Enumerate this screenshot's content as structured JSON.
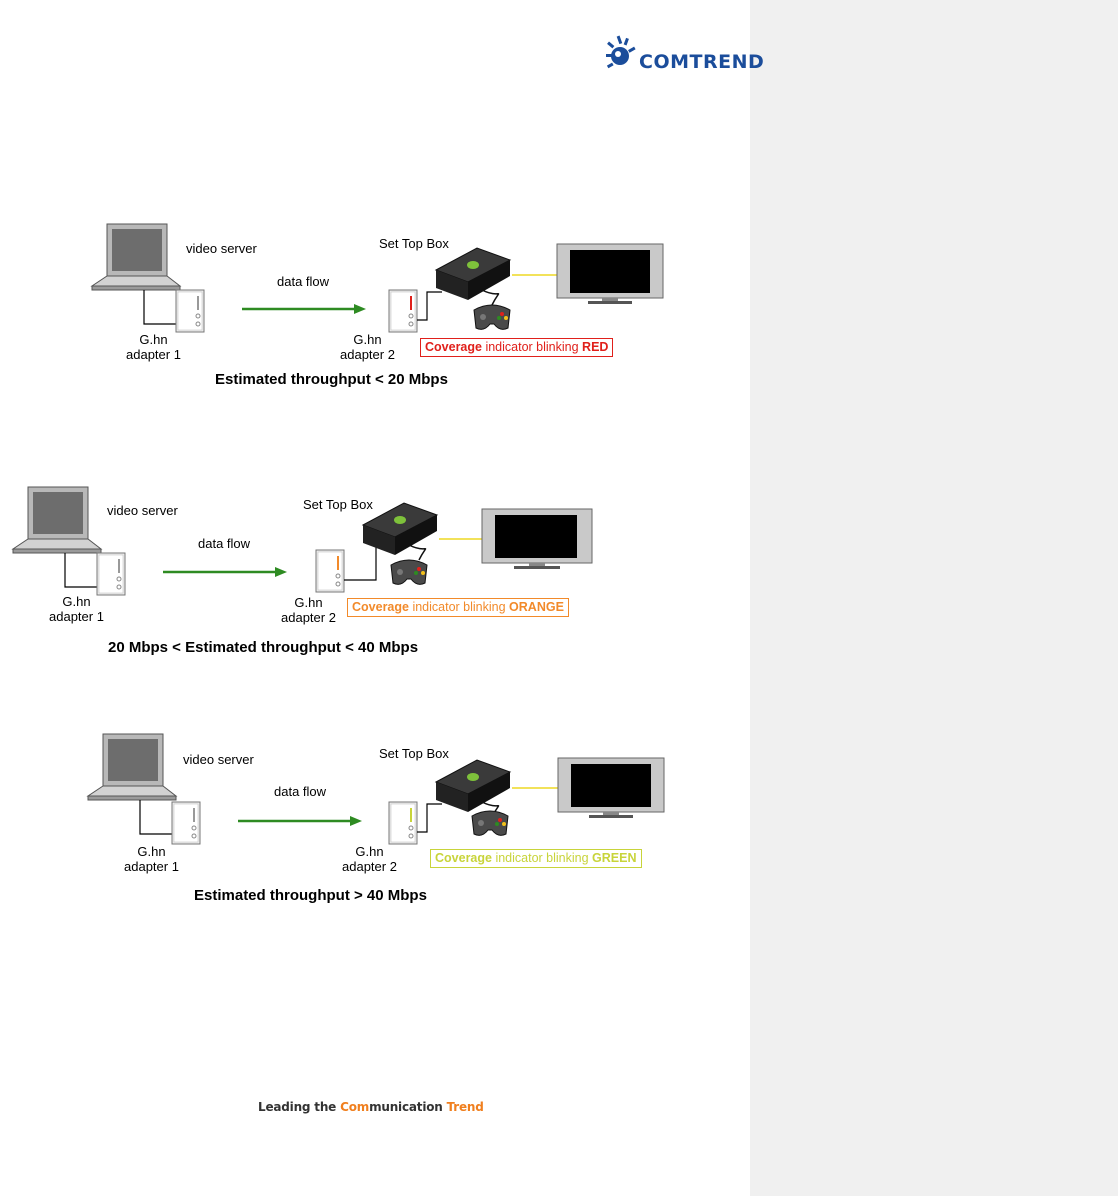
{
  "brand": {
    "name": "COMTREND",
    "color": "#1b4d9b"
  },
  "tagline": {
    "pre": "Leading the ",
    "hl1": "Com",
    "mid": "munication ",
    "hl2": "Trend",
    "accent": "#f07f1e"
  },
  "scenarios": [
    {
      "video_server": "video server",
      "data_flow": "data flow",
      "set_top_box": "Set Top Box",
      "adapter1_l1": "G.hn",
      "adapter1_l2": "adapter 1",
      "adapter2_l1": "G.hn",
      "adapter2_l2": "adapter 2",
      "coverage_word": "Coverage",
      "coverage_mid": " indicator blinking ",
      "coverage_color_word": "RED",
      "coverage_color": "#e0201b",
      "throughput": "Estimated throughput < 20 Mbps"
    },
    {
      "video_server": "video server",
      "data_flow": "data flow",
      "set_top_box": "Set Top Box",
      "adapter1_l1": "G.hn",
      "adapter1_l2": "adapter 1",
      "adapter2_l1": "G.hn",
      "adapter2_l2": "adapter 2",
      "coverage_word": "Coverage",
      "coverage_mid": " indicator blinking ",
      "coverage_color_word": "ORANGE",
      "coverage_color": "#f28a2a",
      "throughput": "20 Mbps < Estimated throughput < 40 Mbps"
    },
    {
      "video_server": "video server",
      "data_flow": "data flow",
      "set_top_box": "Set Top Box",
      "adapter1_l1": "G.hn",
      "adapter1_l2": "adapter 1",
      "adapter2_l1": "G.hn",
      "adapter2_l2": "adapter 2",
      "coverage_word": "Coverage",
      "coverage_mid": " indicator blinking ",
      "coverage_color_word": "GREEN",
      "coverage_color": "#c8d43a",
      "throughput": "Estimated throughput > 40 Mbps"
    }
  ]
}
